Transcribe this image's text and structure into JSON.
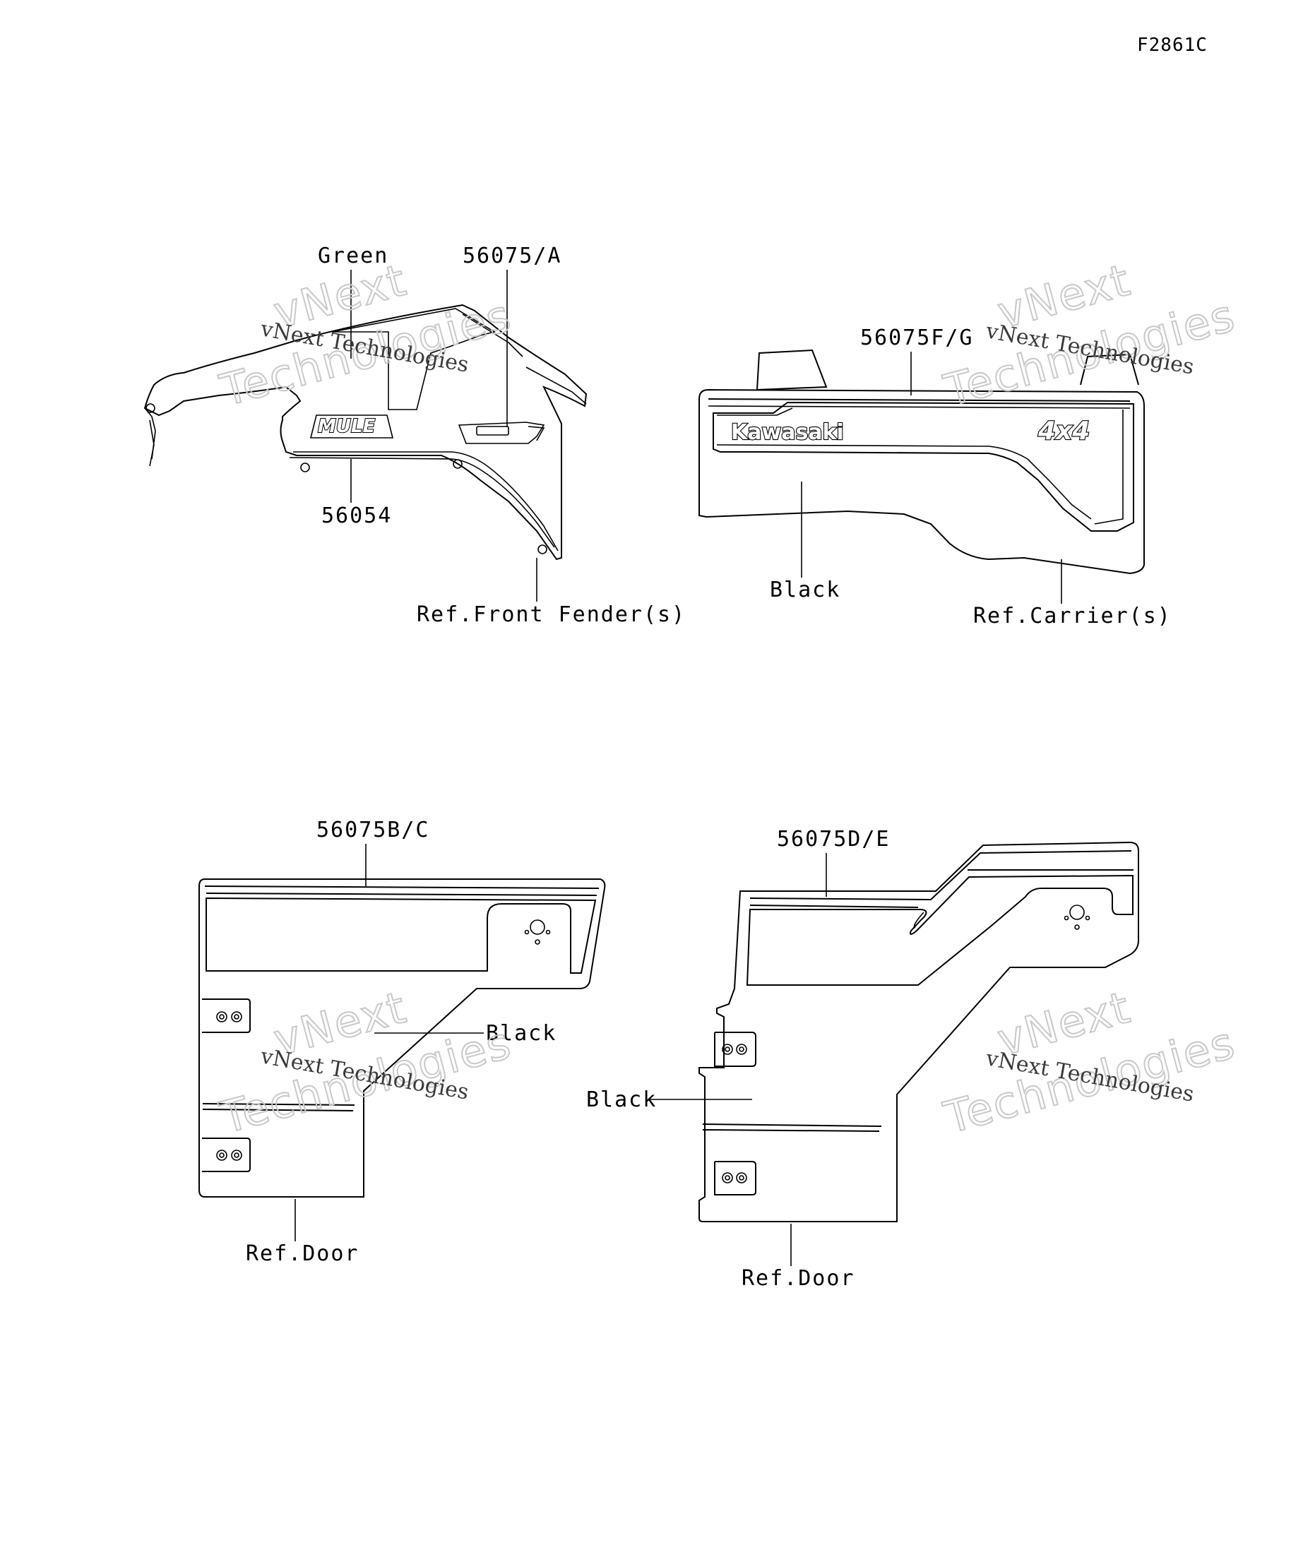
{
  "diagram_code": "F2861C",
  "watermark": {
    "brand": "vNext",
    "company": "Technologies",
    "full": "vNext Technologies"
  },
  "labels": {
    "green": "Green",
    "part_56075_a": "56075/A",
    "part_56054": "56054",
    "ref_front_fender": "Ref.Front Fender(s)",
    "part_56075_fg": "56075F/G",
    "black_carrier": "Black",
    "ref_carrier": "Ref.Carrier(s)",
    "part_56075_bc": "56075B/C",
    "black_door_left": "Black",
    "ref_door_left": "Ref.Door",
    "part_56075_de": "56075D/E",
    "black_door_right": "Black",
    "ref_door_right": "Ref.Door"
  },
  "decal_logos": {
    "kawasaki": "Kawasaki",
    "four_by_four": "4x4",
    "mule": "MULE"
  },
  "colors": {
    "ink": "#000000",
    "watermark": "#c9c9c9"
  }
}
